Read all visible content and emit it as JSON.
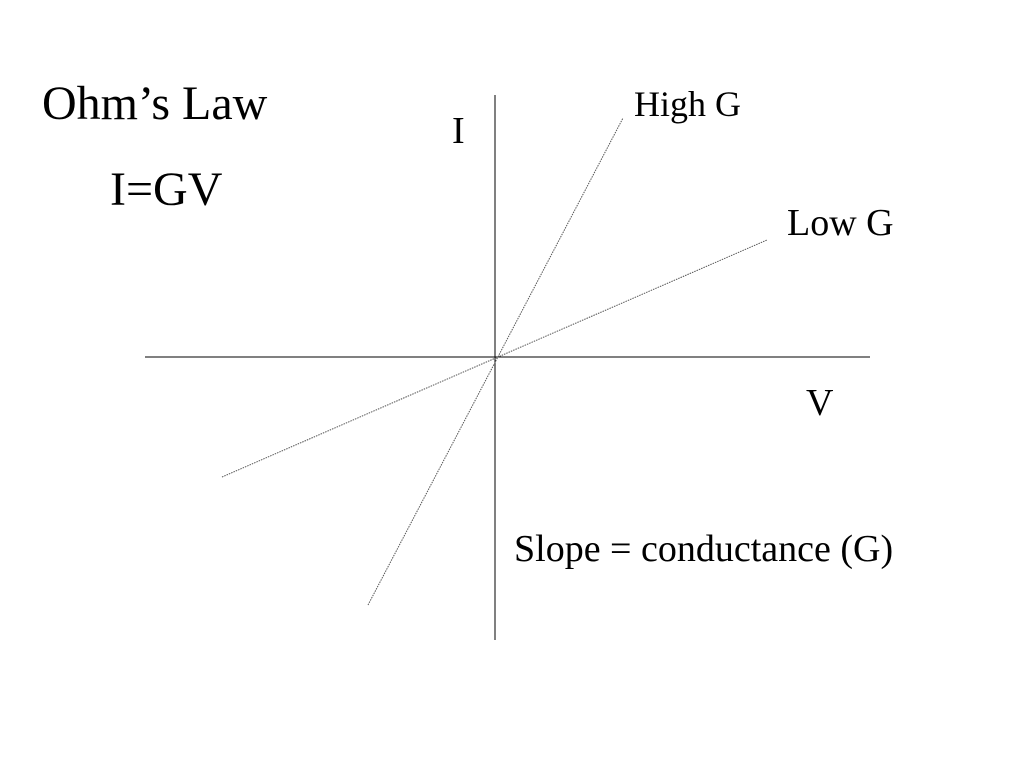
{
  "title": "Ohm’s Law",
  "equation": "I=GV",
  "axes": {
    "y_label": "I",
    "x_label": "V"
  },
  "lines": {
    "high_label": "High G",
    "low_label": "Low G"
  },
  "note": "Slope = conductance (G)",
  "colors": {
    "axis": "#000000",
    "line": "#555555",
    "text": "#000000"
  }
}
